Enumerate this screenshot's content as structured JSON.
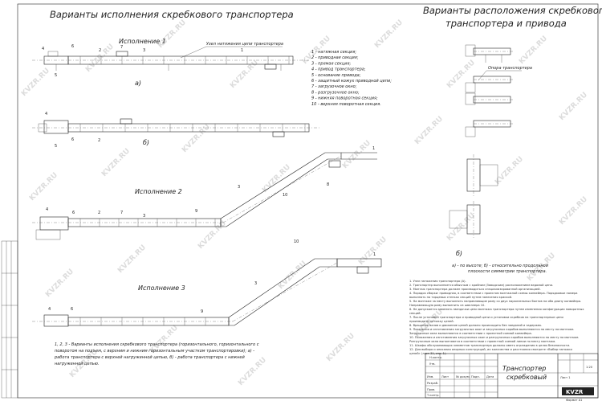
{
  "header": {
    "left_title": "Варианты исполнения скребкового транспортера",
    "right_title_line1": "Варианты расположения скребкового",
    "right_title_line2": "транспортера и привода"
  },
  "variants": {
    "v1": "Исполнение 1",
    "v2": "Исполнение 2",
    "v3": "Исполнение 3",
    "sub_a": "а)",
    "sub_b": "б)"
  },
  "callouts": {
    "tension_unit": "Узел натяжения цепи транспортера",
    "support": "Опора транспортера"
  },
  "legend": [
    "1 - натяжная секция;",
    "2 - приводная секция;",
    "3 - прямая секция;",
    "4 - привод транспортера;",
    "5 - основание привода;",
    "6 - защитный кожух приводной цепи;",
    "7 - загрузочное окно;",
    "8 - разгрузочное окно;",
    "9 - нижняя поворотная секция;",
    "10 - верхняя поворотная секция."
  ],
  "part_numbers": [
    "1",
    "2",
    "3",
    "4",
    "5",
    "6",
    "7",
    "8",
    "9",
    "10"
  ],
  "right_caption": {
    "label_b": "б)",
    "line1": "а) - по высоте; б) - относительно продольной",
    "line2": "плоскости симметрии транспортера."
  },
  "notes": [
    "1. Узел натяжения транспортера (А).",
    "2. Транспортер выполняется обычным с крайним (Заводским) расположением ведомой цепи.",
    "3. Монтаж транспортера должен производиться специализированной организацией.",
    "4. Порядок сборки: приводная, в соответствии с проектом монтажной схемы конвейера. Порядковые номера",
    "выполнять на торцевых стенках секций путем нанесения краской.",
    "5. На монтаже за месту выполнять направляющие раму со двух параллельных болтов на оба длину конвейера.",
    "Направляющую раму выполнить из швеллера 10.",
    "6. Не допускается заменять звездочки цепи монтажа транспортера путем изменения конфигурации поворотных",
    "секций.",
    "7. После установки транспортера и приводной цепи и установки скребков на транспортерные цепи",
    "производить натяжку цепей.",
    "8. Вращение валов и движение цепей должно происходить без заеданий и задержек.",
    "9. Показания и изготовления загрузочных окон и загрузочных коробов выполняются по месту на монтаже.",
    "Загрузочные окна выполняются в соответствии с проектной схемой конвейера.",
    "10. Положения и изготовления загрузочных окон и разгрузочных коробов выполняются по месту на монтаже.",
    "Разгрузочные окна выполняются в соответствии с проектной схемой линии по месту монтажа.",
    "11. Шкафы обслуживающих элементов транспортера должны иметь ограждения в целях безопасности.",
    "12. Для выбора и описания опорных конструкций, их количества и расстояния смотрите «Выбор натяжки",
    "цепей» (лист 31, стр. 1)."
  ],
  "left_caption": [
    "1, 2, 3 - Варианты исполнения скребкового транспортера (горизонтального, горизонтального с",
    "поворотом на подъем, с верхним и нижним горизонтальным участком транспортировки); а) -",
    "работа транспортера с верхней нагруженной цепью, б) - работа транспортера с нижней",
    "нагруженной цепью."
  ],
  "title_block": {
    "name_line1": "Транспортер",
    "name_line2": "скребковый",
    "brand": "KVZR",
    "scale": "1:20",
    "sheet": "Лист 1",
    "format": "Формат А1",
    "columns": [
      "Изм.",
      "Лист",
      "№ докум.",
      "Подп.",
      "Дата"
    ],
    "rows": [
      "Разраб.",
      "Пров.",
      "Т.контр.",
      "Н.контр.",
      "Утв."
    ]
  },
  "watermark": "KVZR.RU"
}
